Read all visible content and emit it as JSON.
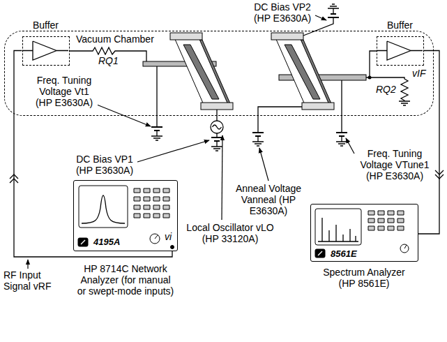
{
  "diagram": {
    "nodes": [
      {
        "text": [
          "Vacuum Chamber"
        ]
      },
      {
        "text": [
          "Buffer"
        ],
        "in": 0
      },
      {
        "text": [
          "Buffer"
        ],
        "in": 0
      },
      {
        "text": [
          "4195A"
        ]
      },
      {
        "text": [
          "8561E"
        ]
      }
    ],
    "edges": [
      {
        "from": 3,
        "to": 1,
        "arrow": "none"
      },
      {
        "from": 2,
        "to": 4,
        "arrow": "none"
      }
    ],
    "labels": [
      "DC Bias VP2 (HP E3630A)",
      "RQ1",
      "RQ2",
      "vIF",
      "Freq. Tuning Voltage Vt1 (HP E3630A)",
      "DC Bias VP1 (HP E3630A)",
      "Anneal Voltage Vanneal (HP E3630A)",
      "Freq. Tuning Voltage VTune1 (HP E3630A)",
      "Local Oscillator vLO (HP 33120A)",
      "vi",
      "RF Input Signal vRF",
      "HP 8714C Network Analyzer (for manual or swept-mode inputs)",
      "Spectrum Analyzer (HP 8561E)"
    ]
  }
}
